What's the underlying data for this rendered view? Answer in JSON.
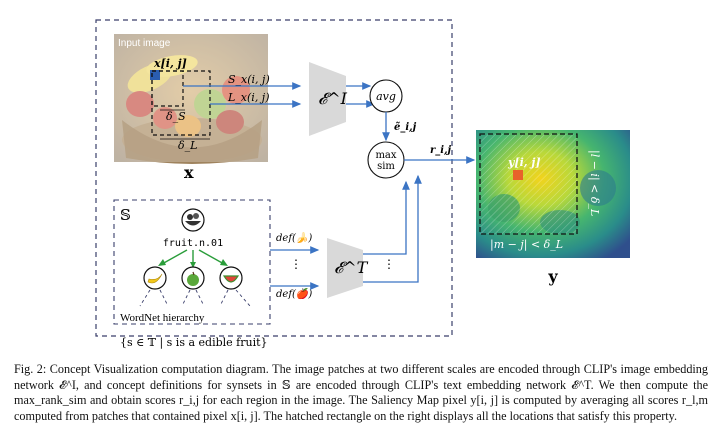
{
  "diagram": {
    "input_image_label": "Input image",
    "pixel_label": "x[i, j]",
    "s_score_label": "S_x(i, j)",
    "l_score_label": "L_x(i, j)",
    "delta_s_label": "δ_S",
    "delta_l_label": "δ_L",
    "image_var_label": "x",
    "image_encoder_label": "𝓔^I",
    "avg_label": "avg",
    "embedding_label": "ẽ_i,j",
    "max_sim_label_line1": "max",
    "max_sim_label_line2": "sim",
    "score_label": "r_i,j",
    "output_pixel_label": "y[i, j]",
    "output_var_label": "y",
    "hatch_condition_bottom": "|m − j| < δ_L",
    "hatch_condition_side": "|l − i| < δ_L",
    "synset_set_label": "𝕊",
    "root_synset_label": "fruit.n.01",
    "def_banana_label": "def(🍌)",
    "def_apple_label": "def(🍎)",
    "text_encoder_label": "𝓔^T",
    "hierarchy_label": "WordNet hierarchy",
    "set_builder_label": "{s ∈ 𝕋 | s is a edible fruit}",
    "icons": [
      "fruit-bowl-icon",
      "banana-icon",
      "apple-icon",
      "watermelon-icon"
    ],
    "colors": {
      "arrow": "#3b74c4",
      "box_border": "#3a3f6b",
      "encoder": "#d9d9d9",
      "marker": "#2a5db0",
      "output_marker": "#e8622a"
    }
  },
  "caption": "Fig. 2: Concept Visualization computation diagram. The image patches at two different scales are encoded through CLIP's image embedding network 𝓔^I, and concept definitions for synsets in 𝕊 are encoded through CLIP's text embedding network 𝓔^T. We then compute the max_rank_sim and obtain scores r_i,j for each region in the image. The Saliency Map pixel y[i, j] is computed by averaging all scores r_l,m computed from patches that contained pixel x[i, j]. The hatched rectangle on the right displays all the locations that satisfy this property."
}
